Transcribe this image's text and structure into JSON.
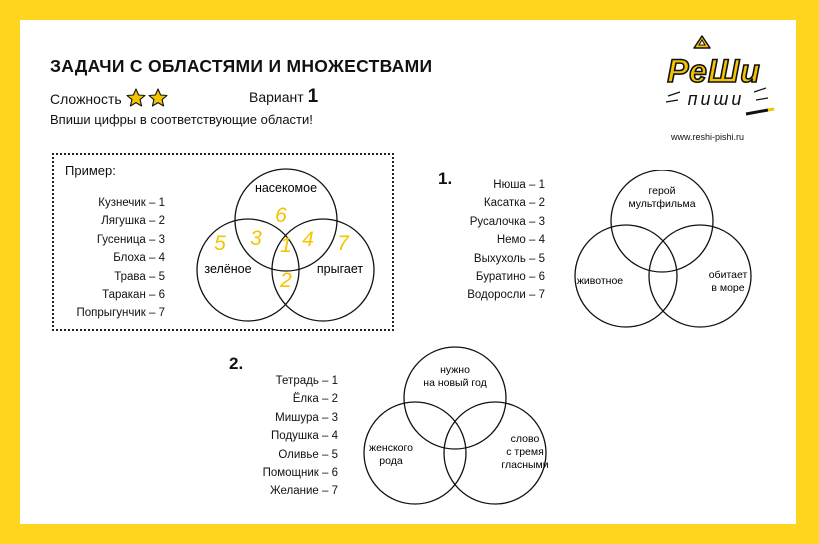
{
  "header": {
    "title": "ЗАДАЧИ С ОБЛАСТЯМИ И МНОЖЕСТВАМИ",
    "difficulty_label": "Сложность",
    "difficulty_stars": 2,
    "variant_label": "Вариант",
    "variant_number": "1",
    "instruction": "Впиши цифры в соответствующие области!"
  },
  "logo": {
    "word_top": "РеШи",
    "word_bottom": "пиши",
    "url": "www.reshi-pishi.ru"
  },
  "example": {
    "label": "Пример:",
    "items": [
      "Кузнечик – 1",
      "Лягушка – 2",
      "Гусеница – 3",
      "Блоха – 4",
      "Трава – 5",
      "Таракан – 6",
      "Попрыгунчик – 7"
    ],
    "sets": [
      "насекомое",
      "зелёное",
      "прыгает"
    ],
    "answers": [
      "6",
      "5",
      "3",
      "1",
      "4",
      "7",
      "2"
    ]
  },
  "task1": {
    "number": "1.",
    "items": [
      "Нюша – 1",
      "Касатка – 2",
      "Русалочка – 3",
      "Немо – 4",
      "Выхухоль – 5",
      "Буратино – 6",
      "Водоросли – 7"
    ],
    "sets": {
      "top_line1": "герой",
      "top_line2": "мультфильма",
      "left": "животное",
      "right_line1": "обитает",
      "right_line2": "в море"
    }
  },
  "task2": {
    "number": "2.",
    "items": [
      "Тетрадь – 1",
      "Ёлка – 2",
      "Мишура – 3",
      "Подушка – 4",
      "Оливье – 5",
      "Помощник – 6",
      "Желание – 7"
    ],
    "sets": {
      "top_line1": "нужно",
      "top_line2": "на новый год",
      "left_line1": "женского",
      "left_line2": "рода",
      "right_line1": "слово",
      "right_line2": "с тремя",
      "right_line3": "гласными"
    }
  },
  "colors": {
    "frame": "#FFD51E",
    "accent": "#F5C400",
    "ink": "#111111"
  }
}
